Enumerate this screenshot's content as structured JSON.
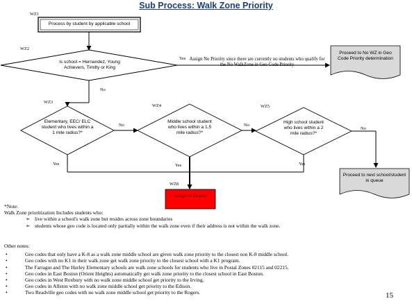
{
  "title": "Sub Process: Walk Zone Priority",
  "tags": {
    "wz1": "WZ1",
    "wz2": "WZ2",
    "wz3": "WZ3",
    "wz4": "WZ4",
    "wz5": "WZ5",
    "wz8": "WZ8"
  },
  "start_box": "Process by student by applicable school",
  "decision_wz2": "Is school = Hernandez, Young Achievers, Timilty or King",
  "assign_no_priority": "Assign No Priority since there are currently no students who qualify for the No WalkZone in Geo Code Priority",
  "proceed_no_wz": "Proceed to No WZ in Geo Code Priority determination",
  "decision_wz3": "Elementary, EEC/ ELC student who lives within a 1 mile radius?*",
  "decision_wz4": "Middle school student who lives within a 1.5 mile radius?*",
  "decision_wz5": "High school student who lives within a 2 mile radius?*",
  "proceed_next": "Proceed to next school/student in queue",
  "assign_wz_priority": "Assign W Priority",
  "edge_labels": {
    "yes_top": "Yes",
    "no_wz2": "No",
    "no_wz3": "No",
    "no_wz4": "No",
    "no_wz5": "No",
    "yes_wz3": "Yes",
    "yes_wz4": "Yes",
    "yes_wz5": "Yes"
  },
  "note": {
    "heading": "*Note:",
    "intro": "Walk Zone prioritization Includes students who:",
    "bullet_marker": "➢",
    "items": [
      "live within a school's walk zone but resides across zone boundaries",
      "students whose geo code is located only partially within the walk zone even if their address is not within the walk zone."
    ]
  },
  "other_notes": {
    "heading": "Other notes:",
    "bullet_marker": "•",
    "items": [
      "Geo codes that only have a K-8 as a walk zone middle school are given walk zone priority to the closest non K-8 middle school.",
      "Geo codes with no K1 in their walk zone get walk zone priority to the closest school with a K1 program.",
      "The Farragut and The Hurley Elementary schools are walk zone schools for students who live in Postal Zones 02115 and 02215.",
      "Geo codes in East Boston (Orient Heights) automatically get walk zone priority to the closest school in East Boston.",
      "Geo codes in West Roxbury with no walk zone middle school get priority to the Irving.",
      "Geo codes in Allston with no walk zone middle school get priority to the Edison.",
      "Two Readville geo codes with no walk zone middle school get priority to the Rogers."
    ]
  },
  "page_number": "15",
  "colors": {
    "title": "#1f3d7a",
    "assign_box": "#ff0000",
    "terminal_fill": "#d9d9d9"
  }
}
